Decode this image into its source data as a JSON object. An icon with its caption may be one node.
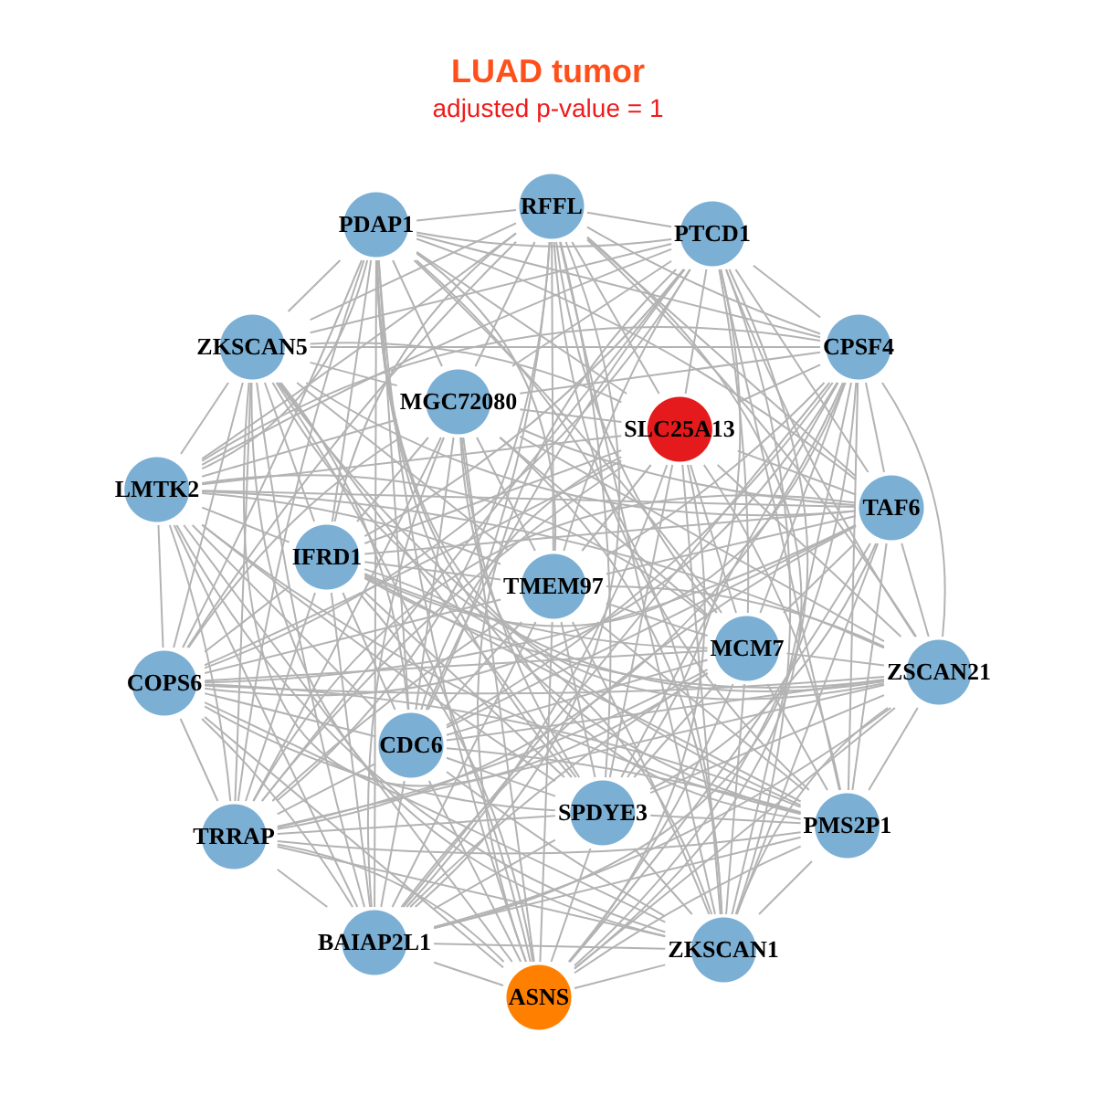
{
  "diagram": {
    "title": "LUAD tumor",
    "labels": [
      "adjusted p-value = 1"
    ],
    "nodes": [
      {
        "text": [
          "RFFL"
        ]
      },
      {
        "text": [
          "PDAP1"
        ]
      },
      {
        "text": [
          "PTCD1"
        ]
      },
      {
        "text": [
          "ZKSCAN5"
        ]
      },
      {
        "text": [
          "CPSF4"
        ]
      },
      {
        "text": [
          "MGC72080"
        ]
      },
      {
        "text": [
          "SLC25A13"
        ]
      },
      {
        "text": [
          "LMTK2"
        ]
      },
      {
        "text": [
          "TAF6"
        ]
      },
      {
        "text": [
          "IFRD1"
        ]
      },
      {
        "text": [
          "TMEM97"
        ]
      },
      {
        "text": [
          "MCM7"
        ]
      },
      {
        "text": [
          "ZSCAN21"
        ]
      },
      {
        "text": [
          "COPS6"
        ]
      },
      {
        "text": [
          "CDC6"
        ]
      },
      {
        "text": [
          "SPDYE3"
        ]
      },
      {
        "text": [
          "PMS2P1"
        ]
      },
      {
        "text": [
          "TRRAP"
        ]
      },
      {
        "text": [
          "BAIAP2L1"
        ]
      },
      {
        "text": [
          "ZKSCAN1"
        ]
      },
      {
        "text": [
          "ASNS"
        ]
      }
    ],
    "edges": [
      {
        "from": 0,
        "to": 1,
        "arrow": "none"
      },
      {
        "from": 0,
        "to": 2,
        "arrow": "none"
      },
      {
        "from": 0,
        "to": 3,
        "arrow": "none"
      },
      {
        "from": 0,
        "to": 4,
        "arrow": "none"
      },
      {
        "from": 0,
        "to": 5,
        "arrow": "none"
      },
      {
        "from": 0,
        "to": 6,
        "arrow": "none"
      },
      {
        "from": 0,
        "to": 7,
        "arrow": "none"
      },
      {
        "from": 0,
        "to": 8,
        "arrow": "none"
      },
      {
        "from": 0,
        "to": 9,
        "arrow": "none"
      },
      {
        "from": 0,
        "to": 10,
        "arrow": "none"
      },
      {
        "from": 0,
        "to": 11,
        "arrow": "none"
      },
      {
        "from": 0,
        "to": 12,
        "arrow": "none"
      },
      {
        "from": 0,
        "to": 13,
        "arrow": "none"
      },
      {
        "from": 0,
        "to": 14,
        "arrow": "none"
      },
      {
        "from": 0,
        "to": 15,
        "arrow": "none"
      },
      {
        "from": 0,
        "to": 16,
        "arrow": "none"
      },
      {
        "from": 0,
        "to": 17,
        "arrow": "none"
      },
      {
        "from": 0,
        "to": 18,
        "arrow": "none"
      },
      {
        "from": 0,
        "to": 19,
        "arrow": "none"
      },
      {
        "from": 0,
        "to": 20,
        "arrow": "none"
      },
      {
        "from": 1,
        "to": 2,
        "arrow": "none"
      },
      {
        "from": 1,
        "to": 3,
        "arrow": "none"
      },
      {
        "from": 1,
        "to": 4,
        "arrow": "none"
      },
      {
        "from": 1,
        "to": 5,
        "arrow": "none"
      },
      {
        "from": 1,
        "to": 6,
        "arrow": "none"
      },
      {
        "from": 1,
        "to": 7,
        "arrow": "none"
      },
      {
        "from": 1,
        "to": 8,
        "arrow": "none"
      },
      {
        "from": 1,
        "to": 9,
        "arrow": "none"
      },
      {
        "from": 1,
        "to": 10,
        "arrow": "none"
      },
      {
        "from": 1,
        "to": 11,
        "arrow": "none"
      },
      {
        "from": 1,
        "to": 12,
        "arrow": "none"
      },
      {
        "from": 1,
        "to": 13,
        "arrow": "none"
      },
      {
        "from": 1,
        "to": 14,
        "arrow": "none"
      },
      {
        "from": 1,
        "to": 15,
        "arrow": "none"
      },
      {
        "from": 1,
        "to": 16,
        "arrow": "none"
      },
      {
        "from": 1,
        "to": 17,
        "arrow": "none"
      },
      {
        "from": 1,
        "to": 18,
        "arrow": "none"
      },
      {
        "from": 1,
        "to": 19,
        "arrow": "none"
      },
      {
        "from": 1,
        "to": 20,
        "arrow": "none"
      },
      {
        "from": 2,
        "to": 3,
        "arrow": "none"
      },
      {
        "from": 2,
        "to": 4,
        "arrow": "none"
      },
      {
        "from": 2,
        "to": 5,
        "arrow": "none"
      },
      {
        "from": 2,
        "to": 6,
        "arrow": "none"
      },
      {
        "from": 2,
        "to": 7,
        "arrow": "none"
      },
      {
        "from": 2,
        "to": 8,
        "arrow": "none"
      },
      {
        "from": 2,
        "to": 9,
        "arrow": "none"
      },
      {
        "from": 2,
        "to": 10,
        "arrow": "none"
      },
      {
        "from": 2,
        "to": 11,
        "arrow": "none"
      },
      {
        "from": 2,
        "to": 12,
        "arrow": "none"
      },
      {
        "from": 2,
        "to": 13,
        "arrow": "none"
      },
      {
        "from": 2,
        "to": 14,
        "arrow": "none"
      },
      {
        "from": 2,
        "to": 15,
        "arrow": "none"
      },
      {
        "from": 2,
        "to": 16,
        "arrow": "none"
      },
      {
        "from": 2,
        "to": 17,
        "arrow": "none"
      },
      {
        "from": 2,
        "to": 18,
        "arrow": "none"
      },
      {
        "from": 2,
        "to": 19,
        "arrow": "none"
      },
      {
        "from": 2,
        "to": 20,
        "arrow": "none"
      },
      {
        "from": 3,
        "to": 4,
        "arrow": "none"
      },
      {
        "from": 3,
        "to": 5,
        "arrow": "none"
      },
      {
        "from": 3,
        "to": 6,
        "arrow": "none"
      },
      {
        "from": 3,
        "to": 7,
        "arrow": "none"
      },
      {
        "from": 3,
        "to": 8,
        "arrow": "none"
      },
      {
        "from": 3,
        "to": 9,
        "arrow": "none"
      },
      {
        "from": 3,
        "to": 10,
        "arrow": "none"
      },
      {
        "from": 3,
        "to": 11,
        "arrow": "none"
      },
      {
        "from": 3,
        "to": 12,
        "arrow": "none"
      },
      {
        "from": 3,
        "to": 13,
        "arrow": "none"
      },
      {
        "from": 3,
        "to": 14,
        "arrow": "none"
      },
      {
        "from": 3,
        "to": 15,
        "arrow": "none"
      },
      {
        "from": 3,
        "to": 16,
        "arrow": "none"
      },
      {
        "from": 3,
        "to": 17,
        "arrow": "none"
      },
      {
        "from": 3,
        "to": 18,
        "arrow": "none"
      },
      {
        "from": 3,
        "to": 19,
        "arrow": "none"
      },
      {
        "from": 3,
        "to": 20,
        "arrow": "none"
      },
      {
        "from": 4,
        "to": 5,
        "arrow": "none"
      },
      {
        "from": 4,
        "to": 6,
        "arrow": "none"
      },
      {
        "from": 4,
        "to": 7,
        "arrow": "none"
      },
      {
        "from": 4,
        "to": 8,
        "arrow": "none"
      },
      {
        "from": 4,
        "to": 9,
        "arrow": "none"
      },
      {
        "from": 4,
        "to": 10,
        "arrow": "none"
      },
      {
        "from": 4,
        "to": 11,
        "arrow": "none"
      },
      {
        "from": 4,
        "to": 12,
        "arrow": "none"
      },
      {
        "from": 4,
        "to": 13,
        "arrow": "none"
      },
      {
        "from": 4,
        "to": 14,
        "arrow": "none"
      },
      {
        "from": 4,
        "to": 15,
        "arrow": "none"
      },
      {
        "from": 4,
        "to": 16,
        "arrow": "none"
      },
      {
        "from": 4,
        "to": 17,
        "arrow": "none"
      },
      {
        "from": 4,
        "to": 18,
        "arrow": "none"
      },
      {
        "from": 4,
        "to": 19,
        "arrow": "none"
      },
      {
        "from": 4,
        "to": 20,
        "arrow": "none"
      },
      {
        "from": 5,
        "to": 6,
        "arrow": "none"
      },
      {
        "from": 5,
        "to": 7,
        "arrow": "none"
      },
      {
        "from": 5,
        "to": 8,
        "arrow": "none"
      },
      {
        "from": 5,
        "to": 9,
        "arrow": "none"
      },
      {
        "from": 5,
        "to": 10,
        "arrow": "none"
      },
      {
        "from": 5,
        "to": 11,
        "arrow": "none"
      },
      {
        "from": 5,
        "to": 12,
        "arrow": "none"
      },
      {
        "from": 5,
        "to": 13,
        "arrow": "none"
      },
      {
        "from": 5,
        "to": 14,
        "arrow": "none"
      },
      {
        "from": 5,
        "to": 15,
        "arrow": "none"
      },
      {
        "from": 5,
        "to": 16,
        "arrow": "none"
      },
      {
        "from": 5,
        "to": 17,
        "arrow": "none"
      },
      {
        "from": 5,
        "to": 18,
        "arrow": "none"
      },
      {
        "from": 5,
        "to": 19,
        "arrow": "none"
      },
      {
        "from": 5,
        "to": 20,
        "arrow": "none"
      },
      {
        "from": 6,
        "to": 7,
        "arrow": "none"
      },
      {
        "from": 6,
        "to": 8,
        "arrow": "none"
      },
      {
        "from": 6,
        "to": 9,
        "arrow": "none"
      },
      {
        "from": 6,
        "to": 10,
        "arrow": "none"
      },
      {
        "from": 6,
        "to": 11,
        "arrow": "none"
      },
      {
        "from": 6,
        "to": 12,
        "arrow": "none"
      },
      {
        "from": 6,
        "to": 13,
        "arrow": "none"
      },
      {
        "from": 6,
        "to": 14,
        "arrow": "none"
      },
      {
        "from": 6,
        "to": 15,
        "arrow": "none"
      },
      {
        "from": 6,
        "to": 16,
        "arrow": "none"
      },
      {
        "from": 6,
        "to": 17,
        "arrow": "none"
      },
      {
        "from": 6,
        "to": 18,
        "arrow": "none"
      },
      {
        "from": 6,
        "to": 19,
        "arrow": "none"
      },
      {
        "from": 6,
        "to": 20,
        "arrow": "none"
      },
      {
        "from": 7,
        "to": 8,
        "arrow": "none"
      },
      {
        "from": 7,
        "to": 9,
        "arrow": "none"
      },
      {
        "from": 7,
        "to": 10,
        "arrow": "none"
      },
      {
        "from": 7,
        "to": 11,
        "arrow": "none"
      },
      {
        "from": 7,
        "to": 12,
        "arrow": "none"
      },
      {
        "from": 7,
        "to": 13,
        "arrow": "none"
      },
      {
        "from": 7,
        "to": 14,
        "arrow": "none"
      },
      {
        "from": 7,
        "to": 15,
        "arrow": "none"
      },
      {
        "from": 7,
        "to": 16,
        "arrow": "none"
      },
      {
        "from": 7,
        "to": 17,
        "arrow": "none"
      },
      {
        "from": 7,
        "to": 18,
        "arrow": "none"
      },
      {
        "from": 7,
        "to": 19,
        "arrow": "none"
      },
      {
        "from": 7,
        "to": 20,
        "arrow": "none"
      },
      {
        "from": 8,
        "to": 9,
        "arrow": "none"
      },
      {
        "from": 8,
        "to": 10,
        "arrow": "none"
      },
      {
        "from": 8,
        "to": 11,
        "arrow": "none"
      },
      {
        "from": 8,
        "to": 12,
        "arrow": "none"
      },
      {
        "from": 8,
        "to": 13,
        "arrow": "none"
      },
      {
        "from": 8,
        "to": 14,
        "arrow": "none"
      },
      {
        "from": 8,
        "to": 15,
        "arrow": "none"
      },
      {
        "from": 8,
        "to": 16,
        "arrow": "none"
      },
      {
        "from": 8,
        "to": 17,
        "arrow": "none"
      },
      {
        "from": 8,
        "to": 18,
        "arrow": "none"
      },
      {
        "from": 8,
        "to": 19,
        "arrow": "none"
      },
      {
        "from": 8,
        "to": 20,
        "arrow": "none"
      },
      {
        "from": 9,
        "to": 10,
        "arrow": "none"
      },
      {
        "from": 9,
        "to": 11,
        "arrow": "none"
      },
      {
        "from": 9,
        "to": 12,
        "arrow": "none"
      },
      {
        "from": 9,
        "to": 13,
        "arrow": "none"
      },
      {
        "from": 9,
        "to": 14,
        "arrow": "none"
      },
      {
        "from": 9,
        "to": 15,
        "arrow": "none"
      },
      {
        "from": 9,
        "to": 16,
        "arrow": "none"
      },
      {
        "from": 9,
        "to": 17,
        "arrow": "none"
      },
      {
        "from": 9,
        "to": 18,
        "arrow": "none"
      },
      {
        "from": 9,
        "to": 19,
        "arrow": "none"
      },
      {
        "from": 9,
        "to": 20,
        "arrow": "none"
      },
      {
        "from": 10,
        "to": 11,
        "arrow": "none"
      },
      {
        "from": 10,
        "to": 12,
        "arrow": "none"
      },
      {
        "from": 10,
        "to": 13,
        "arrow": "none"
      },
      {
        "from": 10,
        "to": 14,
        "arrow": "none"
      },
      {
        "from": 10,
        "to": 15,
        "arrow": "none"
      },
      {
        "from": 10,
        "to": 16,
        "arrow": "none"
      },
      {
        "from": 10,
        "to": 17,
        "arrow": "none"
      },
      {
        "from": 10,
        "to": 18,
        "arrow": "none"
      },
      {
        "from": 10,
        "to": 19,
        "arrow": "none"
      },
      {
        "from": 10,
        "to": 20,
        "arrow": "none"
      },
      {
        "from": 11,
        "to": 12,
        "arrow": "none"
      },
      {
        "from": 11,
        "to": 13,
        "arrow": "none"
      },
      {
        "from": 11,
        "to": 14,
        "arrow": "none"
      },
      {
        "from": 11,
        "to": 15,
        "arrow": "none"
      },
      {
        "from": 11,
        "to": 16,
        "arrow": "none"
      },
      {
        "from": 11,
        "to": 17,
        "arrow": "none"
      },
      {
        "from": 11,
        "to": 18,
        "arrow": "none"
      },
      {
        "from": 11,
        "to": 19,
        "arrow": "none"
      },
      {
        "from": 11,
        "to": 20,
        "arrow": "none"
      },
      {
        "from": 12,
        "to": 13,
        "arrow": "none"
      },
      {
        "from": 12,
        "to": 14,
        "arrow": "none"
      },
      {
        "from": 12,
        "to": 15,
        "arrow": "none"
      },
      {
        "from": 12,
        "to": 16,
        "arrow": "none"
      },
      {
        "from": 12,
        "to": 17,
        "arrow": "none"
      },
      {
        "from": 12,
        "to": 18,
        "arrow": "none"
      },
      {
        "from": 12,
        "to": 19,
        "arrow": "none"
      },
      {
        "from": 12,
        "to": 20,
        "arrow": "none"
      },
      {
        "from": 13,
        "to": 14,
        "arrow": "none"
      },
      {
        "from": 13,
        "to": 15,
        "arrow": "none"
      },
      {
        "from": 13,
        "to": 16,
        "arrow": "none"
      },
      {
        "from": 13,
        "to": 17,
        "arrow": "none"
      },
      {
        "from": 13,
        "to": 18,
        "arrow": "none"
      },
      {
        "from": 13,
        "to": 19,
        "arrow": "none"
      },
      {
        "from": 13,
        "to": 20,
        "arrow": "none"
      },
      {
        "from": 14,
        "to": 15,
        "arrow": "none"
      },
      {
        "from": 14,
        "to": 16,
        "arrow": "none"
      },
      {
        "from": 14,
        "to": 17,
        "arrow": "none"
      },
      {
        "from": 14,
        "to": 18,
        "arrow": "none"
      },
      {
        "from": 14,
        "to": 19,
        "arrow": "none"
      },
      {
        "from": 14,
        "to": 20,
        "arrow": "none"
      },
      {
        "from": 15,
        "to": 16,
        "arrow": "none"
      },
      {
        "from": 15,
        "to": 17,
        "arrow": "none"
      },
      {
        "from": 15,
        "to": 18,
        "arrow": "none"
      },
      {
        "from": 15,
        "to": 19,
        "arrow": "none"
      },
      {
        "from": 15,
        "to": 20,
        "arrow": "none"
      },
      {
        "from": 16,
        "to": 17,
        "arrow": "none"
      },
      {
        "from": 16,
        "to": 18,
        "arrow": "none"
      },
      {
        "from": 16,
        "to": 19,
        "arrow": "none"
      },
      {
        "from": 16,
        "to": 20,
        "arrow": "none"
      },
      {
        "from": 17,
        "to": 18,
        "arrow": "none"
      },
      {
        "from": 17,
        "to": 19,
        "arrow": "none"
      },
      {
        "from": 17,
        "to": 20,
        "arrow": "none"
      },
      {
        "from": 18,
        "to": 19,
        "arrow": "none"
      },
      {
        "from": 18,
        "to": 20,
        "arrow": "none"
      },
      {
        "from": 19,
        "to": 20,
        "arrow": "none"
      }
    ]
  }
}
